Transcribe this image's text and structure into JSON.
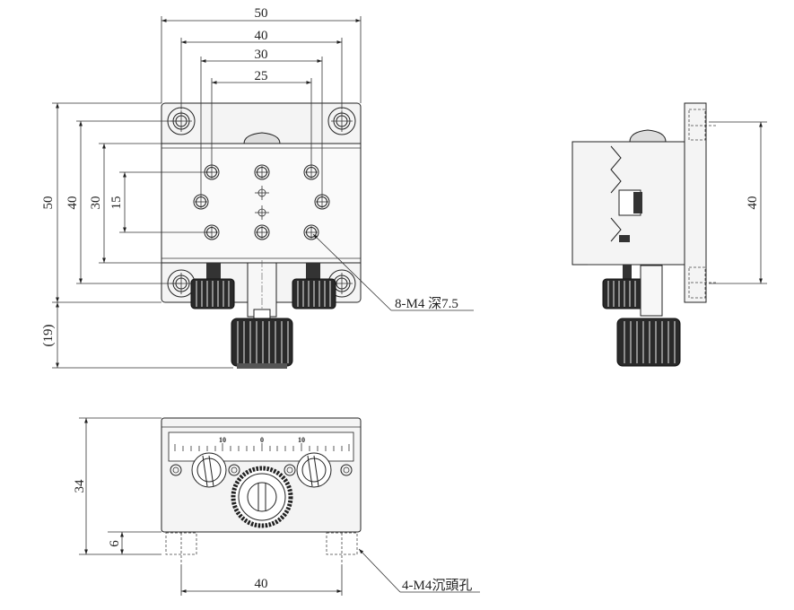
{
  "dimensions": {
    "top": {
      "w50": "50",
      "w40": "40",
      "w30": "30",
      "w25": "25"
    },
    "left": {
      "h50": "50",
      "h40": "40",
      "h30": "30",
      "h15": "15",
      "h19": "(19)"
    },
    "side": {
      "h40": "40"
    },
    "front": {
      "h34": "34",
      "h6": "6",
      "w40": "40"
    }
  },
  "scale": {
    "left10": "10",
    "zero": "0",
    "right10": "10"
  },
  "callouts": {
    "holes": "8-M4 深7.5",
    "counterbore": "4-M4沉頭孔"
  }
}
